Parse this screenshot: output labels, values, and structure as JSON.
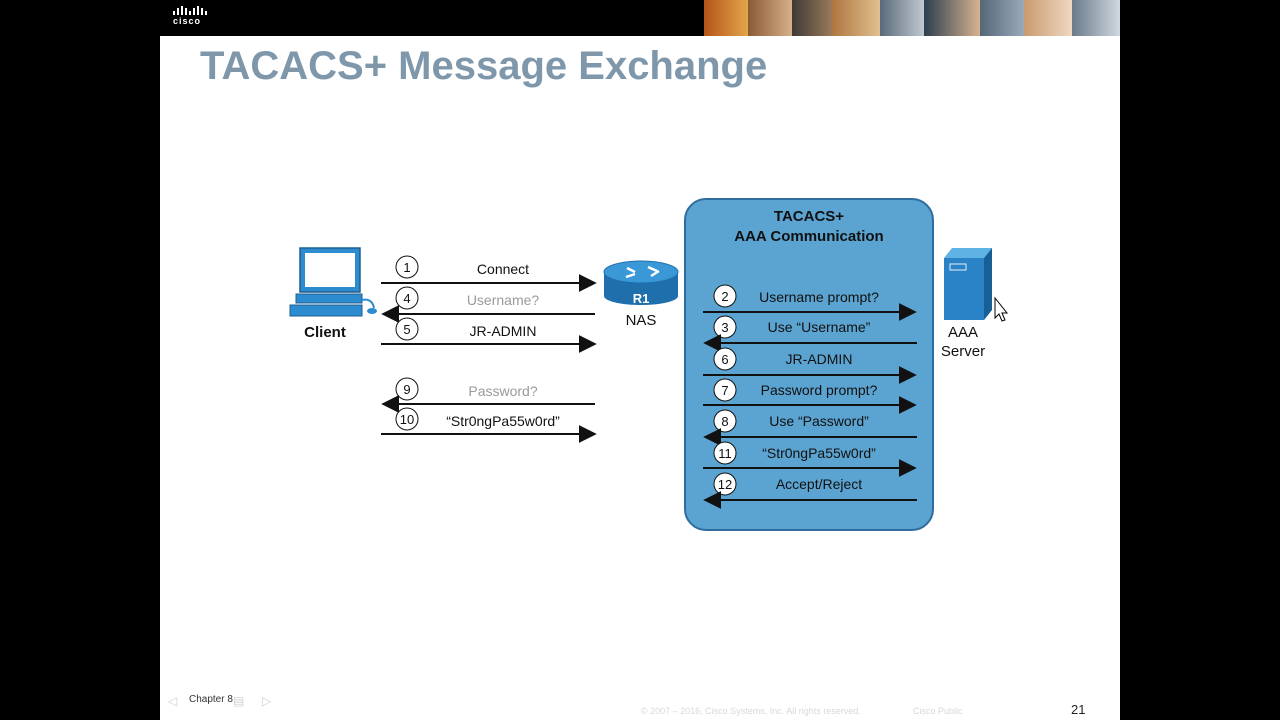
{
  "header": {
    "logo_text": "cisco",
    "photo_strip": "presenter-photos"
  },
  "slide": {
    "title": "TACACS+ Message Exchange",
    "chapter": "Chapter 8",
    "copyright": "© 2007 – 2016, Cisco Systems, Inc. All rights reserved.",
    "classification": "Cisco Public",
    "page_number": "21"
  },
  "diagram": {
    "client_label": "Client",
    "router_badge": "R1",
    "nas_label": "NAS",
    "box_title_line1": "TACACS+",
    "box_title_line2": "AAA Communication",
    "server_label_line1": "AAA",
    "server_label_line2": "Server",
    "client_messages": [
      {
        "step": "1",
        "text": "Connect",
        "direction": "right",
        "muted": false
      },
      {
        "step": "4",
        "text": "Username?",
        "direction": "left",
        "muted": true
      },
      {
        "step": "5",
        "text": "JR-ADMIN",
        "direction": "right",
        "muted": false
      },
      {
        "step": "9",
        "text": "Password?",
        "direction": "left",
        "muted": true
      },
      {
        "step": "10",
        "text": "“Str0ngPa55w0rd”",
        "direction": "right",
        "muted": false
      }
    ],
    "server_messages": [
      {
        "step": "2",
        "text": "Username prompt?",
        "direction": "right"
      },
      {
        "step": "3",
        "text": "Use “Username”",
        "direction": "left"
      },
      {
        "step": "6",
        "text": "JR-ADMIN",
        "direction": "right"
      },
      {
        "step": "7",
        "text": "Password prompt?",
        "direction": "right"
      },
      {
        "step": "8",
        "text": "Use “Password”",
        "direction": "left"
      },
      {
        "step": "11",
        "text": "“Str0ngPa55w0rd”",
        "direction": "right"
      },
      {
        "step": "12",
        "text": "Accept/Reject",
        "direction": "left"
      }
    ]
  },
  "colors": {
    "title": "#7f97ab",
    "box_fill": "#5ba3d0",
    "box_border": "#2e6e9e",
    "router": "#1f7cc0",
    "muted_text": "#9a9a9a"
  }
}
